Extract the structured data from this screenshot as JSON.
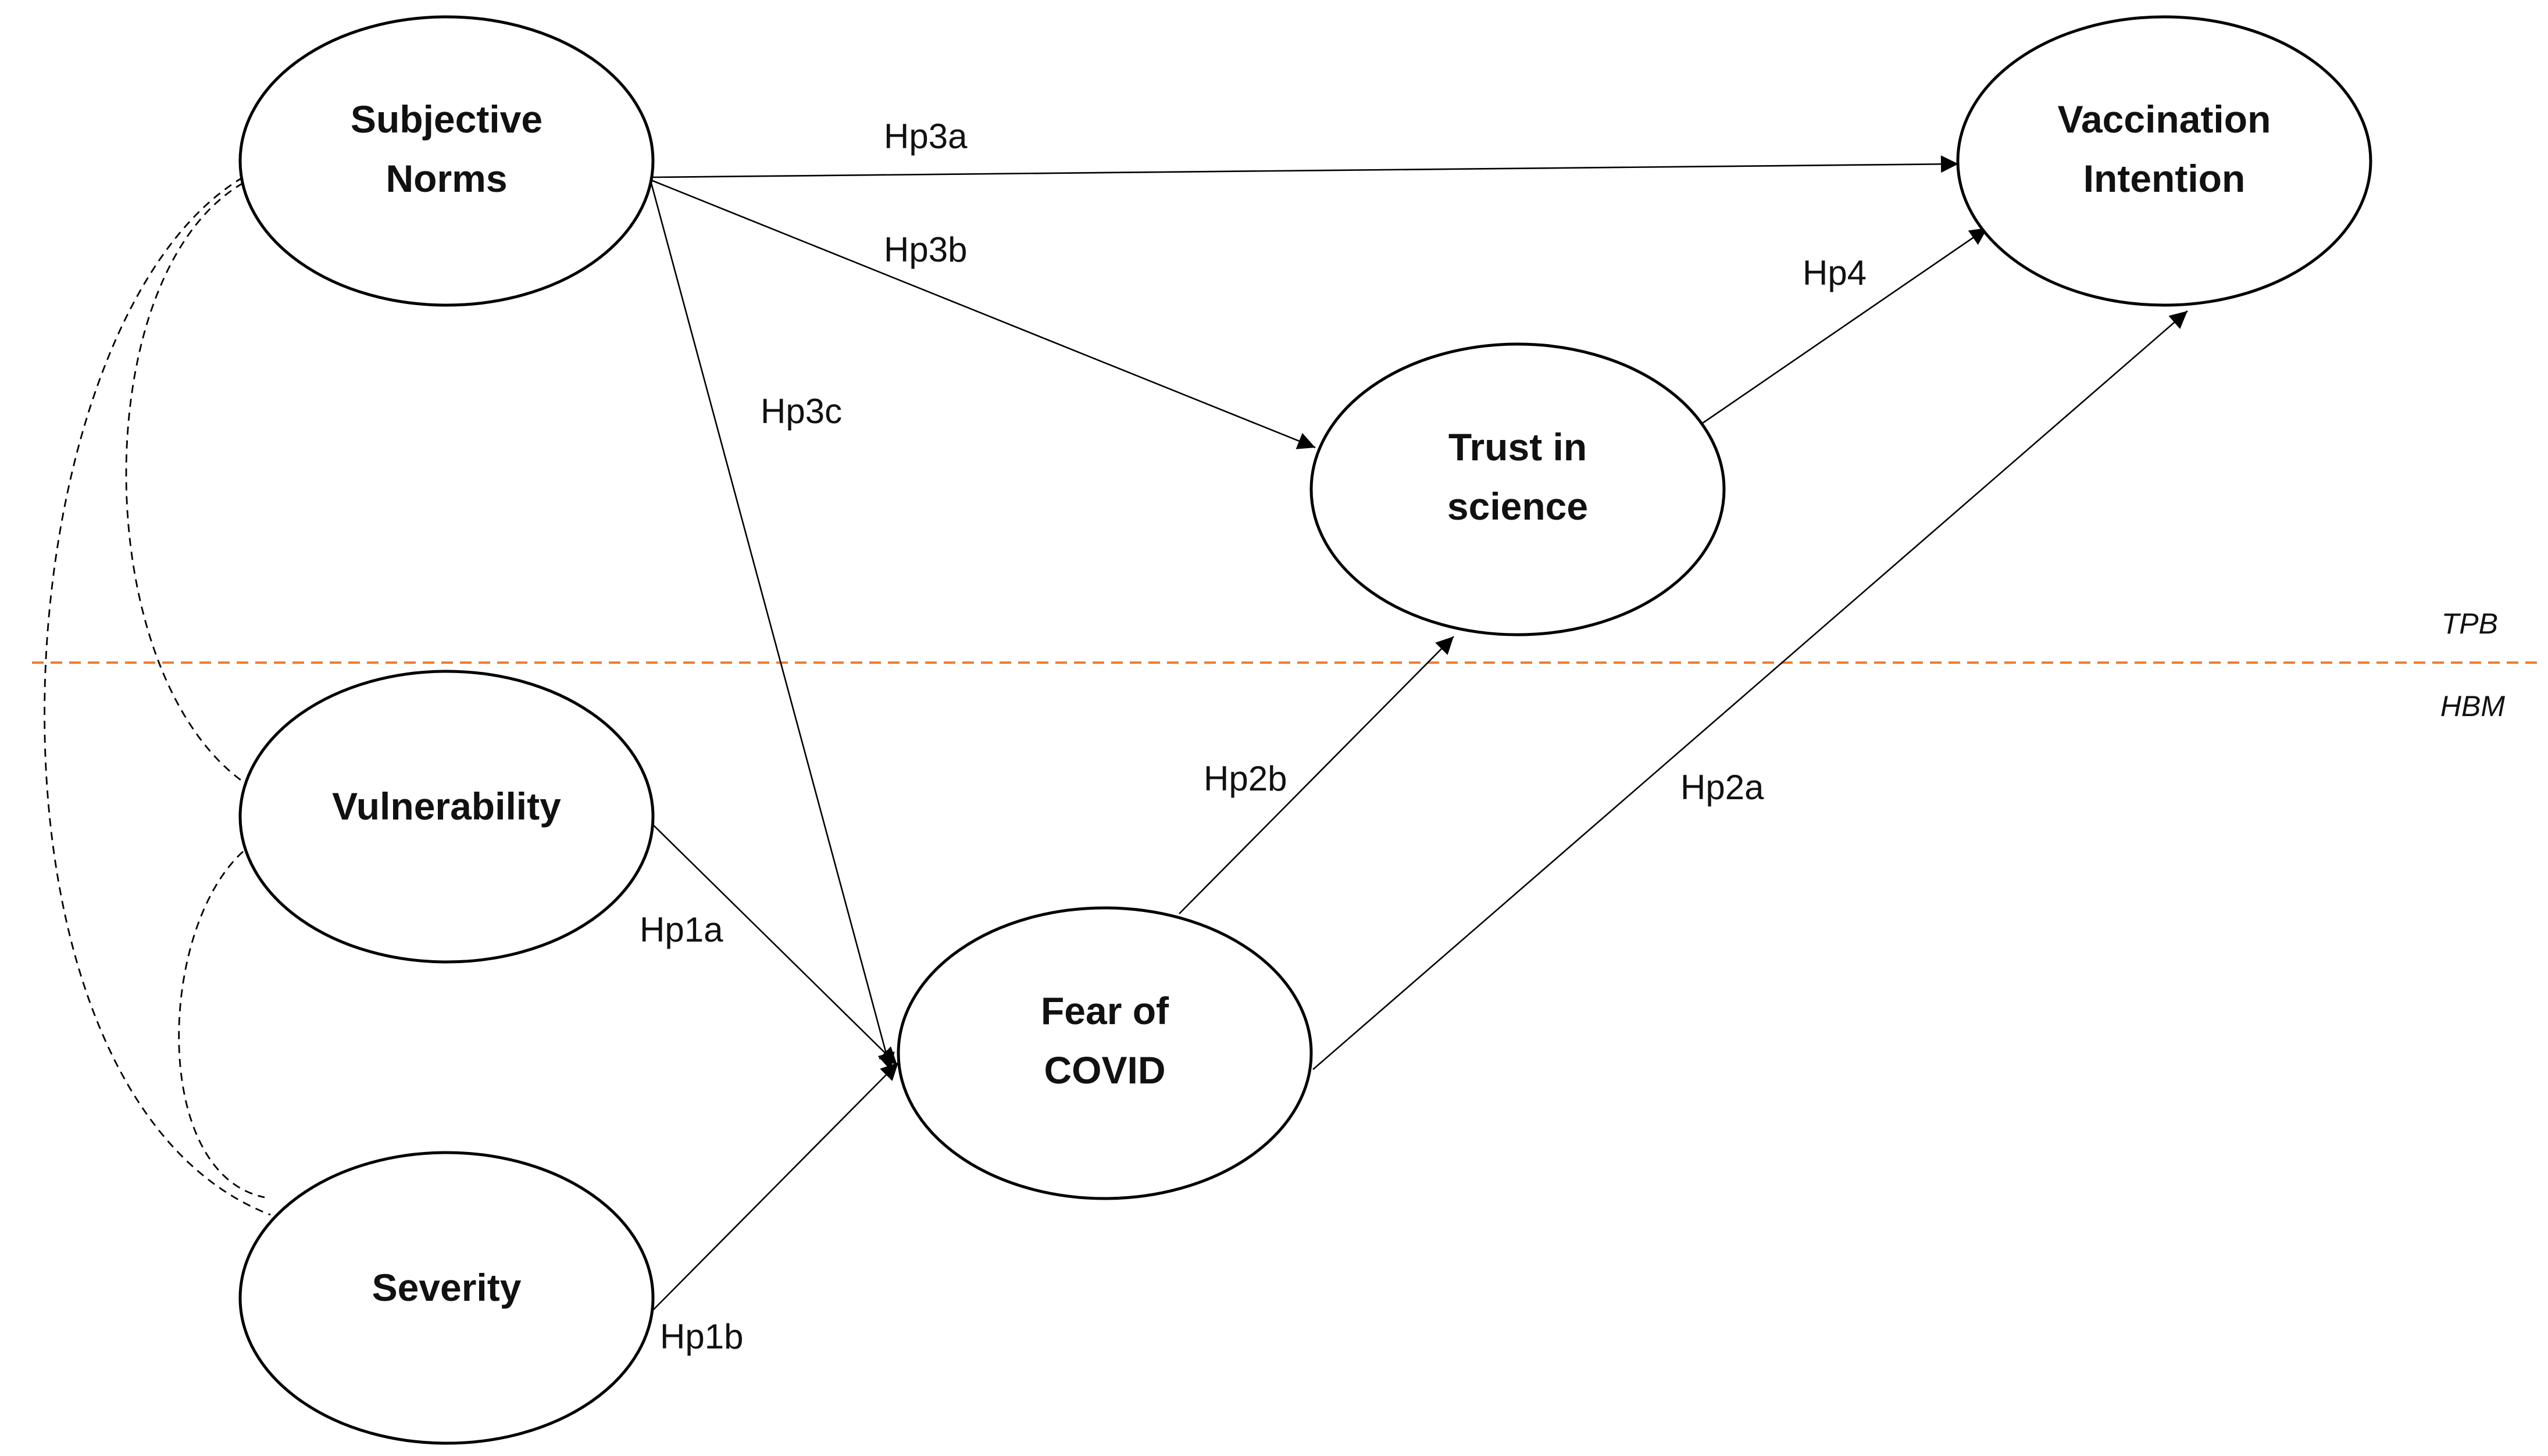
{
  "nodes": {
    "subjective_norms": {
      "line1": "Subjective",
      "line2": "Norms"
    },
    "vaccination_intention": {
      "line1": "Vaccination",
      "line2": "Intention"
    },
    "trust_in_science": {
      "line1": "Trust in",
      "line2": "science"
    },
    "vulnerability": {
      "line1": "Vulnerability"
    },
    "fear_of_covid": {
      "line1": "Fear of",
      "line2": "COVID"
    },
    "severity": {
      "line1": "Severity"
    }
  },
  "paths": {
    "hp3a": "Hp3a",
    "hp3b": "Hp3b",
    "hp3c": "Hp3c",
    "hp4": "Hp4",
    "hp2a": "Hp2a",
    "hp2b": "Hp2b",
    "hp1a": "Hp1a",
    "hp1b": "Hp1b"
  },
  "zones": {
    "upper": "TPB",
    "lower": "HBM",
    "divider_color": "#ed7d31"
  }
}
